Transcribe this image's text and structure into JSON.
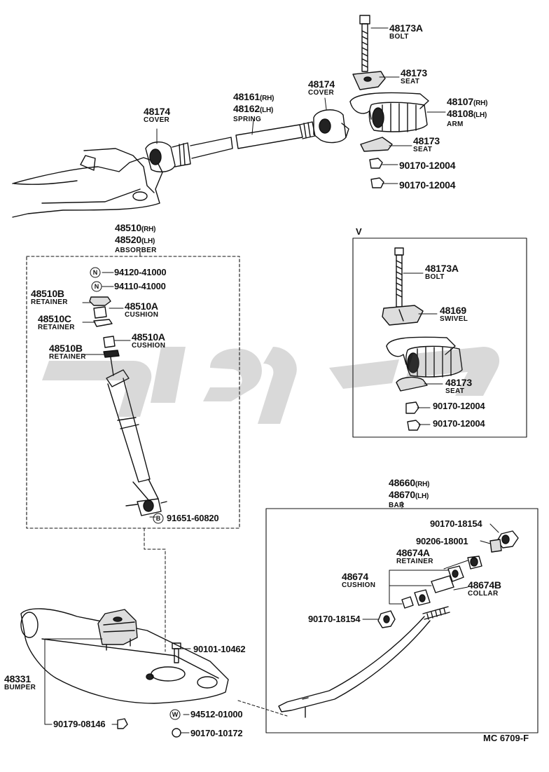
{
  "parts": {
    "bolt_top": {
      "num": "48173A",
      "name": "BOLT"
    },
    "seat_top": {
      "num": "48173",
      "name": "SEAT"
    },
    "cover_left": {
      "num": "48174",
      "name": "COVER"
    },
    "spring": {
      "num1": "48161",
      "sfx1": "(RH)",
      "num2": "48162",
      "sfx2": "(LH)",
      "name": "SPRING"
    },
    "cover_right": {
      "num": "48174",
      "name": "COVER"
    },
    "arm": {
      "num1": "48107",
      "sfx1": "(RH)",
      "num2": "48108",
      "sfx2": "(LH)",
      "name": "ARM"
    },
    "seat_mid": {
      "num": "48173",
      "name": "SEAT"
    },
    "nut_1": "90170-12004",
    "nut_2": "90170-12004",
    "absorber": {
      "num1": "48510",
      "sfx1": "(RH)",
      "num2": "48520",
      "sfx2": "(LH)",
      "name": "ABSORBER"
    },
    "n_nut_1": "94120-41000",
    "n_nut_2": "94110-41000",
    "retainer_b1": {
      "num": "48510B",
      "name": "RETAINER"
    },
    "cushion_a1": {
      "num": "48510A",
      "name": "CUSHION"
    },
    "retainer_c": {
      "num": "48510C",
      "name": "RETAINER"
    },
    "cushion_a2": {
      "num": "48510A",
      "name": "CUSHION"
    },
    "retainer_b2": {
      "num": "48510B",
      "name": "RETAINER"
    },
    "b_bolt": "91651-60820",
    "variant_label": "V",
    "v_bolt": {
      "num": "48173A",
      "name": "BOLT"
    },
    "v_swivel": {
      "num": "48169",
      "name": "SWIVEL"
    },
    "v_seat": {
      "num": "48173",
      "name": "SEAT"
    },
    "v_nut_1": "90170-12004",
    "v_nut_2": "90170-12004",
    "bar": {
      "num1": "48660",
      "sfx1": "(RH)",
      "num2": "48670",
      "sfx2": "(LH)",
      "name": "BAR"
    },
    "bar_nut_top": "90170-18154",
    "bar_washer": "90206-18001",
    "retainer_674a": {
      "num": "48674A",
      "name": "RETAINER"
    },
    "cushion_674": {
      "num": "48674",
      "name": "CUSHION"
    },
    "collar_674b": {
      "num": "48674B",
      "name": "COLLAR"
    },
    "bar_nut_bot": "90170-18154",
    "bumper": {
      "num": "48331",
      "name": "BUMPER"
    },
    "bolt_90101": "90101-10462",
    "nut_90179": "90179-08146",
    "w_washer": "94512-01000",
    "nut_90170": "90170-10172",
    "ref_code": "MC  6709-F",
    "callout_n": "N",
    "callout_b": "B",
    "callout_w": "W"
  }
}
